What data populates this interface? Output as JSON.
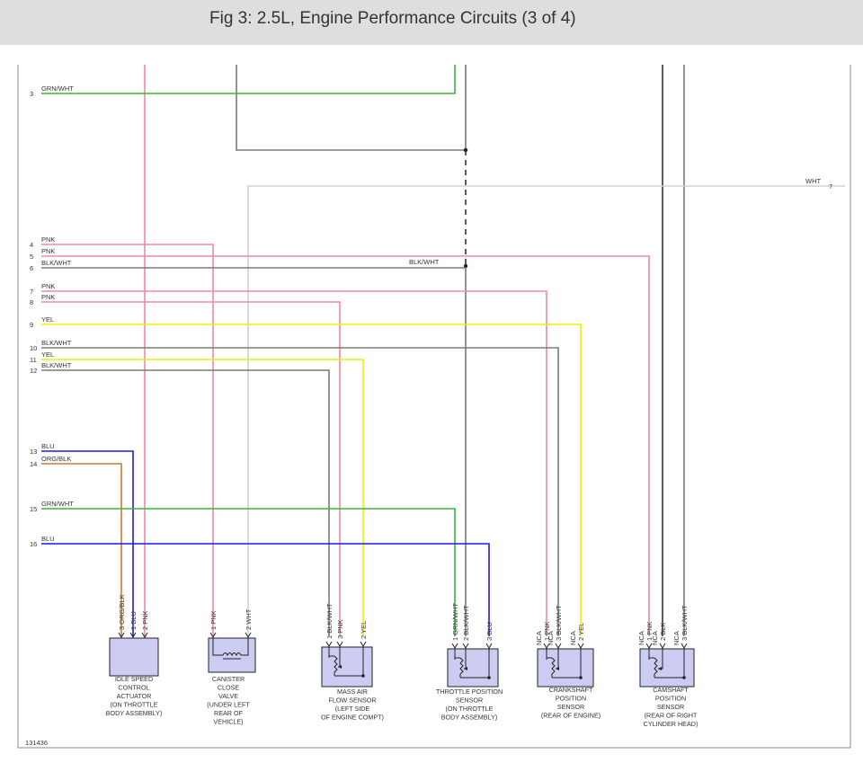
{
  "header": {
    "title": "Fig 3: 2.5L, Engine Performance Circuits (3 of 4)"
  },
  "figure_id": "131436",
  "colors": {
    "GRN": "#3cb43c",
    "PNK": "#f08aa0",
    "BLKWHT": "#7a7a7a",
    "WHT": "#d0d0d0",
    "YEL": "#f0f000",
    "BLU": "#1a1ae6",
    "ORG": "#d07a30",
    "BLK": "#333333",
    "component_fill": "#ccccf2"
  },
  "left_terminals": [
    {
      "num": "3",
      "label": "GRN/WHT"
    },
    {
      "num": "4",
      "label": "PNK"
    },
    {
      "num": "5",
      "label": "PNK"
    },
    {
      "num": "6",
      "label": "BLK/WHT"
    },
    {
      "num": "7",
      "label": "PNK"
    },
    {
      "num": "8",
      "label": "PNK"
    },
    {
      "num": "9",
      "label": "YEL"
    },
    {
      "num": "10",
      "label": "BLK/WHT"
    },
    {
      "num": "11",
      "label": "YEL"
    },
    {
      "num": "12",
      "label": "BLK/WHT"
    },
    {
      "num": "13",
      "label": "BLU"
    },
    {
      "num": "14",
      "label": "ORG/BLK"
    },
    {
      "num": "15",
      "label": "GRN/WHT"
    },
    {
      "num": "16",
      "label": "BLU"
    }
  ],
  "right_terminal": {
    "num": "7",
    "label": "WHT"
  },
  "mid_label": "BLK/WHT",
  "components": [
    {
      "name": "IDLE SPEED CONTROL ACTUATOR",
      "caption": [
        "IDLE SPEED",
        "CONTROL",
        "ACTUATOR",
        "(ON THROTTLE",
        "BODY ASSEMBLY)"
      ],
      "pins": [
        {
          "pin": "3",
          "wire": "ORG/BLK"
        },
        {
          "pin": "1",
          "wire": "BLU"
        },
        {
          "pin": "2",
          "wire": "PNK"
        }
      ]
    },
    {
      "name": "CANISTER CLOSE VALVE",
      "caption": [
        "CANISTER",
        "CLOSE",
        "VALVE",
        "(UNDER LEFT",
        "REAR OF",
        "VEHICLE)"
      ],
      "pins": [
        {
          "pin": "1",
          "wire": "PNK"
        },
        {
          "pin": "2",
          "wire": "WHT"
        }
      ]
    },
    {
      "name": "MASS AIR FLOW SENSOR",
      "caption": [
        "MASS AIR",
        "FLOW SENSOR",
        "(LEFT SIDE",
        "OF ENGINE COMPT)"
      ],
      "pins": [
        {
          "pin": "1",
          "wire": "BLK/WHT"
        },
        {
          "pin": "3",
          "wire": "PNK"
        },
        {
          "pin": "2",
          "wire": "YEL"
        }
      ]
    },
    {
      "name": "THROTTLE POSITION SENSOR",
      "caption": [
        "THROTTLE POSITION",
        "SENSOR",
        "(ON THROTTLE",
        "BODY ASSEMBLY)"
      ],
      "pins": [
        {
          "pin": "1",
          "wire": "GRN/WHT"
        },
        {
          "pin": "2",
          "wire": "BLK/WHT"
        },
        {
          "pin": "3",
          "wire": "BLU"
        }
      ]
    },
    {
      "name": "CRANKSHAFT POSITION SENSOR",
      "caption": [
        "CRANKSHAFT",
        "POSITION",
        "SENSOR",
        "(REAR OF ENGINE)"
      ],
      "pins": [
        {
          "pin": "1",
          "wire": "PNK",
          "nca": "NCA"
        },
        {
          "pin": "3",
          "wire": "BLK/WHT",
          "nca": "NCA"
        },
        {
          "pin": "2",
          "wire": "YEL",
          "nca": "NCA"
        }
      ]
    },
    {
      "name": "CAMSHAFT POSITION SENSOR",
      "caption": [
        "CAMSHAFT",
        "POSITION",
        "SENSOR",
        "(REAR OF RIGHT",
        "CYLINDER HEAD)"
      ],
      "pins": [
        {
          "pin": "1",
          "wire": "PNK",
          "nca": "NCA"
        },
        {
          "pin": "2",
          "wire": "BLK",
          "nca": "NCA"
        },
        {
          "pin": "3",
          "wire": "BLK/WHT",
          "nca": "NCA"
        }
      ]
    }
  ]
}
